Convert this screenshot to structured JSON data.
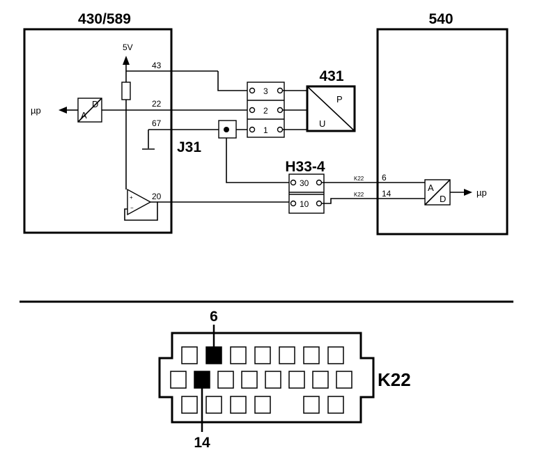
{
  "ecu_left": {
    "title": "430/589"
  },
  "ecu_right": {
    "title": "540"
  },
  "supply": {
    "label": "5V"
  },
  "wire_labels": {
    "w43": "43",
    "w22": "22",
    "w67": "67",
    "w20": "20"
  },
  "adc_left": {
    "top": "D",
    "bottom": "A",
    "output": "µp"
  },
  "adc_right": {
    "top": "A",
    "bottom": "D",
    "output": "µp"
  },
  "sensor": {
    "title": "431",
    "top": "P",
    "bottom": "U"
  },
  "connector_3pin": {
    "pins": [
      "3",
      "2",
      "1"
    ]
  },
  "splice": {
    "label": "J31"
  },
  "connector_h33": {
    "title": "H33-4",
    "pins": [
      "30",
      "10"
    ]
  },
  "k22_wires": [
    {
      "connector": "K22",
      "pin": "6"
    },
    {
      "connector": "K22",
      "pin": "14"
    }
  ],
  "k22": {
    "label": "K22",
    "callout_top": "6",
    "callout_bottom": "14"
  },
  "colors": {
    "ink": "#000000",
    "paper": "#ffffff"
  }
}
